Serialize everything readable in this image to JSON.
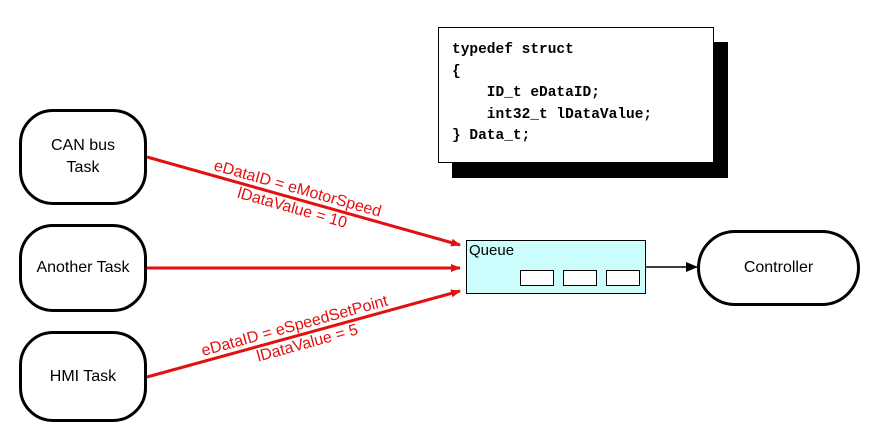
{
  "tasks": {
    "can_bus": {
      "line1": "CAN bus",
      "line2": "Task"
    },
    "another": {
      "label": "Another Task"
    },
    "hmi": {
      "label": "HMI Task"
    }
  },
  "queue": {
    "label": "Queue",
    "slot_count": 3
  },
  "controller": {
    "label": "Controller"
  },
  "code_block": {
    "lines": [
      "typedef struct",
      "{",
      "    ID_t eDataID;",
      "    int32_t lDataValue;",
      "} Data_t;"
    ]
  },
  "messages": {
    "can": {
      "line1": "eDataID = eMotorSpeed",
      "line2": "lDataValue = 10"
    },
    "hmi": {
      "line1": "eDataID = eSpeedSetPoint",
      "line2": "lDataValue = 5"
    }
  },
  "colors": {
    "arrow": "#e31010",
    "queue_fill": "#ccfdfd",
    "outline": "#000000"
  }
}
